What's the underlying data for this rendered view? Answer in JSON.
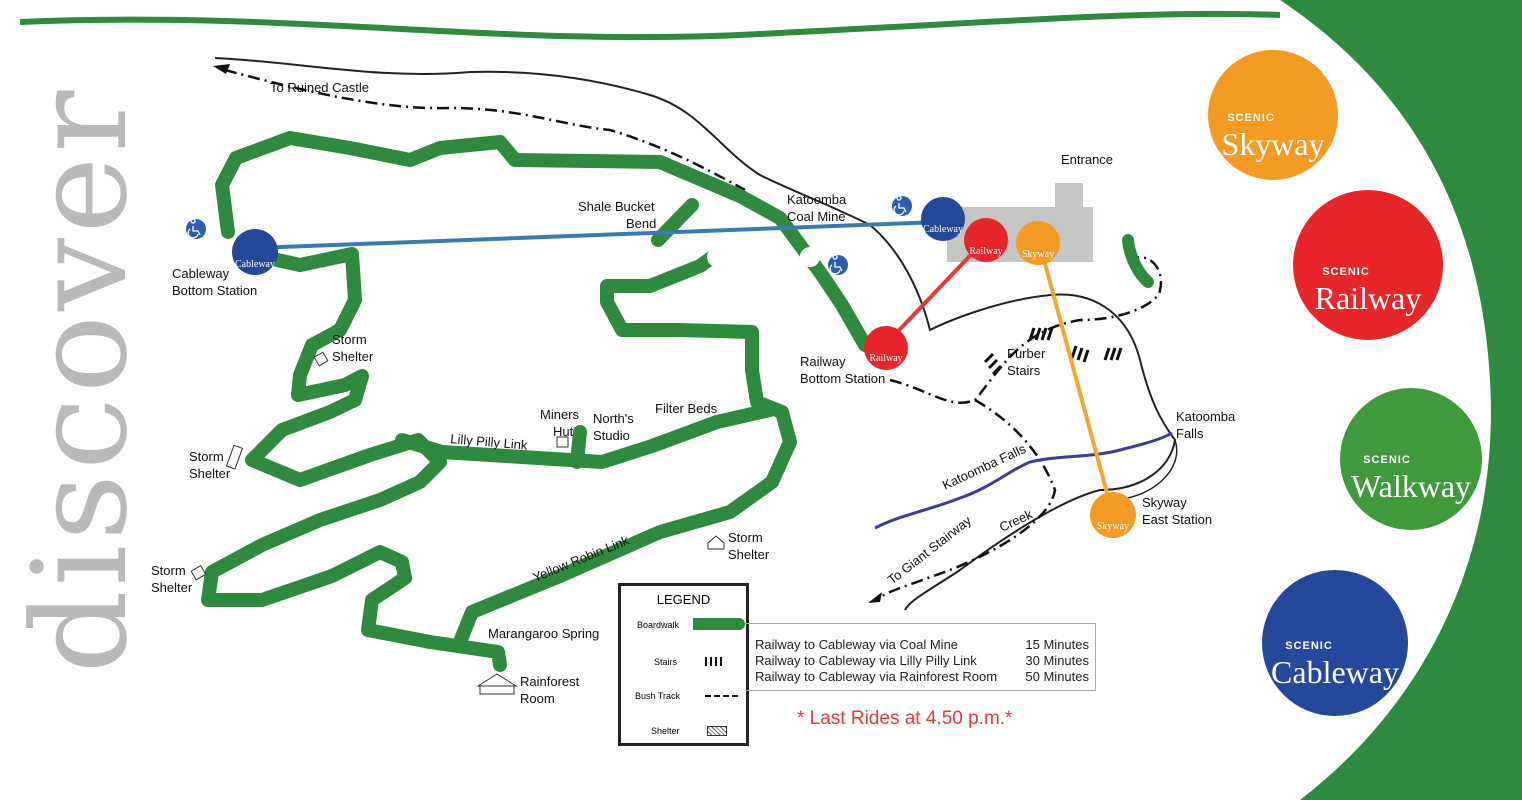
{
  "side_title": "discover",
  "places": {
    "ruined_castle": "To Ruined Castle",
    "shale_bucket": "Shale Bucket",
    "shale_bend": "Bend",
    "coal_mine_1": "Katoomba",
    "coal_mine_2": "Coal Mine",
    "entrance": "Entrance",
    "cableway_bottom_1": "Cableway",
    "cableway_bottom_2": "Bottom Station",
    "railway_bottom_1": "Railway",
    "railway_bottom_2": "Bottom Station",
    "storm_shelter_1a": "Storm",
    "storm_shelter_1b": "Shelter",
    "storm_shelter_2a": "Storm",
    "storm_shelter_2b": "Shelter",
    "storm_shelter_3a": "Storm",
    "storm_shelter_3b": "Shelter",
    "storm_shelter_4a": "Storm",
    "storm_shelter_4b": "Shelter",
    "miners_hut_1": "Miners",
    "miners_hut_2": "Hut",
    "norths_1": "North's",
    "norths_2": "Studio",
    "filter_beds": "Filter Beds",
    "lilly_pilly": "Lilly Pilly Link",
    "yellow_robin": "Yellow Robin Link",
    "marangaroo": "Marangaroo Spring",
    "rainforest_1": "Rainforest",
    "rainforest_2": "Room",
    "furber_1": "Furber",
    "furber_2": "Stairs",
    "falls_1": "Katoomba",
    "falls_2": "Falls",
    "creek_1": "Katoomba Falls",
    "creek_2": "Creek",
    "giant_stairway": "To Giant Stairway",
    "skyway_east_1": "Skyway",
    "skyway_east_2": "East Station"
  },
  "markers": {
    "cableway": "Cableway",
    "railway": "Railway",
    "skyway": "Skyway",
    "scenic": "SCENIC"
  },
  "legend": {
    "title": "LEGEND",
    "items": [
      {
        "label": "Boardwalk"
      },
      {
        "label": "Stairs"
      },
      {
        "label": "Bush Track"
      },
      {
        "label": "Shelter"
      }
    ]
  },
  "walk_times": [
    {
      "route": "Railway to Cableway via Coal Mine",
      "time": "15 Minutes"
    },
    {
      "route": "Railway to Cableway via Lilly Pilly Link",
      "time": "30 Minutes"
    },
    {
      "route": "Railway to Cableway via Rainforest Room",
      "time": "50 Minutes"
    }
  ],
  "last_rides": "* Last Rides at 4.50 p.m.*",
  "attractions": [
    {
      "scenic": "SCENIC",
      "name": "Skyway",
      "color": "#f29a22"
    },
    {
      "scenic": "SCENIC",
      "name": "Railway",
      "color": "#e8262a"
    },
    {
      "scenic": "SCENIC",
      "name": "Walkway",
      "color": "#3f9a3c"
    },
    {
      "scenic": "SCENIC",
      "name": "Cableway",
      "color": "#24489a"
    }
  ],
  "colors": {
    "boardwalk": "#2e8b3d",
    "cableway": "#3a7ab0",
    "railway": "#e8383a",
    "skyway": "#f0a830",
    "creek": "#3a3e9a",
    "green_band": "#2e8b3d"
  }
}
